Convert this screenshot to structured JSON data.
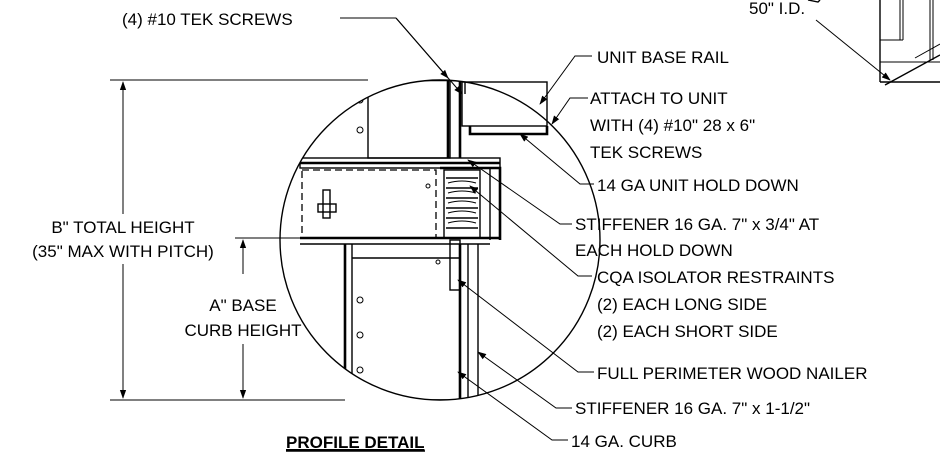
{
  "callouts": {
    "tek_screws": "(4) #10 TEK SCREWS",
    "id_dim": "50\" I.D.",
    "unit_base_rail": "UNIT BASE RAIL",
    "attach_1": "ATTACH TO UNIT",
    "attach_2": "WITH (4) #10\" 28 x 6\"",
    "attach_3": "TEK SCREWS",
    "hold_down": "14 GA UNIT HOLD DOWN",
    "stiffener_top_1": "STIFFENER 16 GA. 7\" x 3/4\" AT",
    "stiffener_top_2": "EACH HOLD DOWN",
    "cqa_1": "CQA ISOLATOR RESTRAINTS",
    "cqa_2": "(2) EACH LONG SIDE",
    "cqa_3": "(2) EACH SHORT SIDE",
    "wood_nailer": "FULL PERIMETER WOOD NAILER",
    "stiffener_bottom": "STIFFENER 16 GA. 7\" x 1-1/2\"",
    "curb": "14 GA. CURB"
  },
  "dimensions": {
    "total_1": "B\" TOTAL HEIGHT",
    "total_2": "(35\" MAX WITH PITCH)",
    "base_1": "A\" BASE",
    "base_2": "CURB HEIGHT"
  },
  "title": "PROFILE DETAIL"
}
